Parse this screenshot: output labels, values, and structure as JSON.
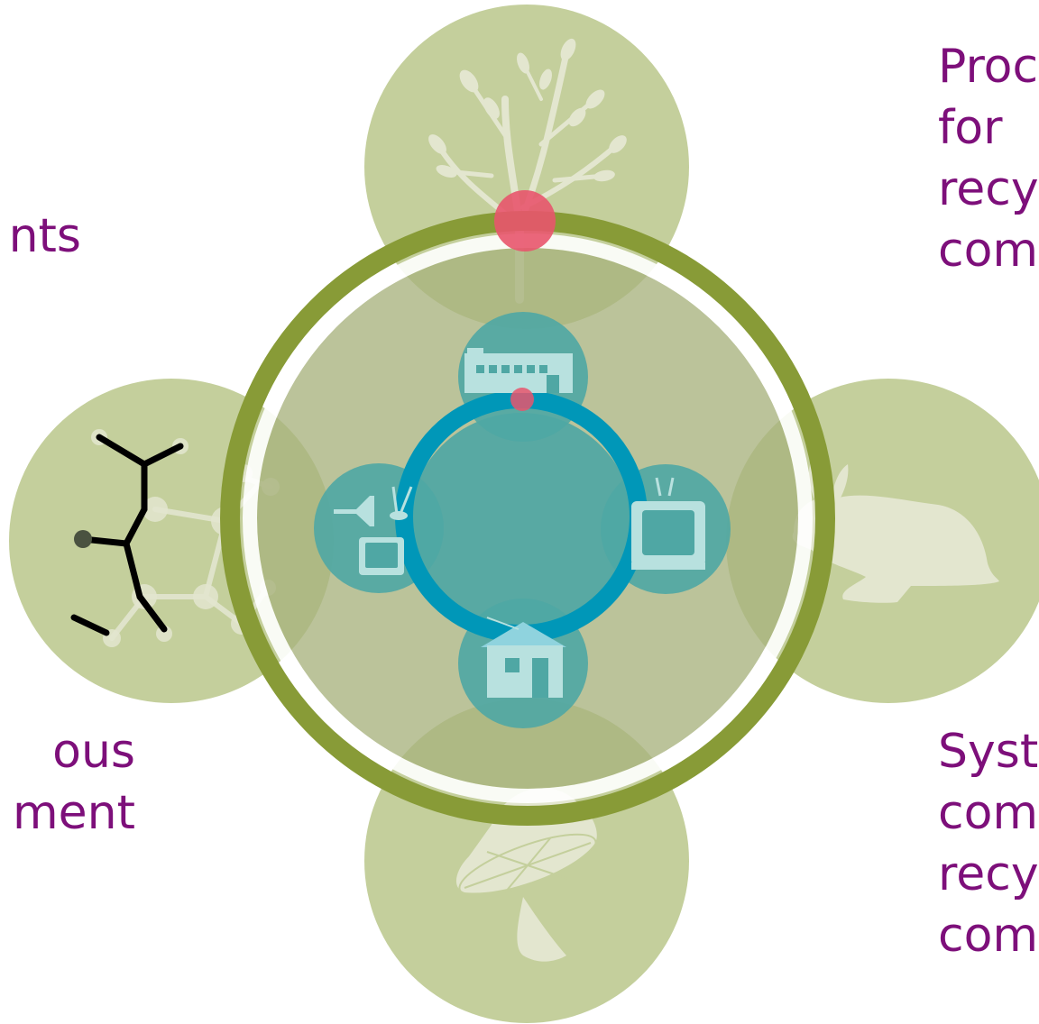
{
  "colors": {
    "label_text": "#7d0f7a",
    "outer_circle": "#c4cf9c",
    "outer_ring": "#889b37",
    "center_disc": "#a8b27e",
    "inner_circle": "#4fa7a4",
    "inner_ring": "#0097b8",
    "marker": "#e8556d",
    "icon_light": "#e3e6cf",
    "icon_teal_light": "#b8e1df"
  },
  "labels": {
    "top_left": [
      "nts"
    ],
    "bottom_left": [
      "ous",
      "ment"
    ],
    "top_right": [
      "Proc",
      "for",
      "recy",
      "com"
    ],
    "bottom_right": [
      "Syst",
      "com",
      "recy",
      "com"
    ]
  },
  "icons": {
    "outer_top": "tree-icon",
    "outer_right": "rabbit-icon",
    "outer_bottom": "mushroom-icon",
    "outer_left": "molecule-icon",
    "inner_top": "factory-icon",
    "inner_right": "television-icon",
    "inner_bottom": "house-icon",
    "inner_left": "plug-and-tv-icon"
  }
}
